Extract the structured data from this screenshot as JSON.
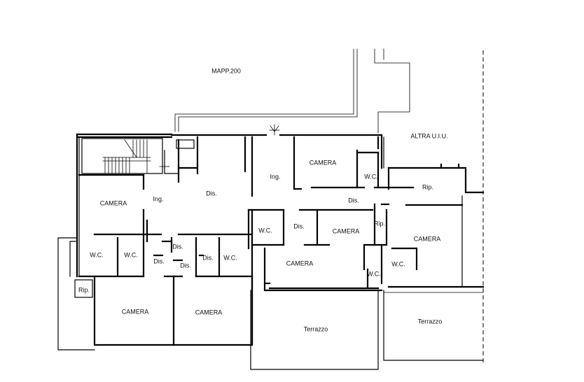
{
  "plan": {
    "parcel_label": "MAPP.200",
    "adjacent_unit_label": "ALTRA U.I.U.",
    "rooms": {
      "camera_top": "CAMERA",
      "camera_left": "CAMERA",
      "camera_mid": "CAMERA",
      "camera_center": "CAMERA",
      "camera_right": "CAMERA",
      "camera_bottom_left": "CAMERA",
      "camera_bottom_mid": "CAMERA",
      "ing_left": "Ing.",
      "ing_center": "Ing.",
      "dis_main": "Dis.",
      "dis_right": "Dis.",
      "dis_mid": "Dis.",
      "dis_small_1": "Dis.",
      "dis_small_2": "Dis.",
      "dis_small_3": "Dis.",
      "dis_small_4": "Dis.",
      "wc_top": "W.C.",
      "wc_mid": "W.C.",
      "wc_left_1": "W.C.",
      "wc_left_2": "W.C.",
      "wc_center": "W.C.",
      "wc_right_1": "W.C.",
      "wc_right_2": "W.C.",
      "rip_right": "Rip.",
      "rip_center": "Rip.",
      "rip_left": "Rip.",
      "terrazzo_1": "Terrazzo",
      "terrazzo_2": "Terrazzo"
    }
  }
}
